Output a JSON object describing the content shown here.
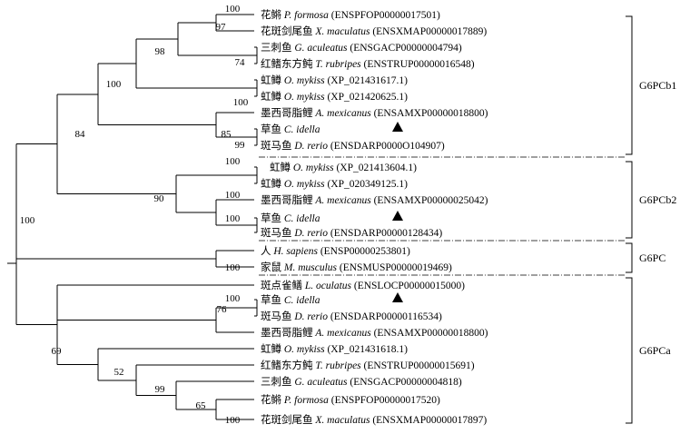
{
  "tree": {
    "taxa": [
      {
        "cn": "花鳉",
        "sp": "P. formosa",
        "acc": "(ENSPFOP00000017501)",
        "marker": false
      },
      {
        "cn": "花斑剑尾鱼",
        "sp": "X. maculatus",
        "acc": "(ENSXMAP00000017889)",
        "marker": false
      },
      {
        "cn": "三刺鱼",
        "sp": "G. aculeatus",
        "acc": "(ENSGACP00000004794)",
        "marker": false
      },
      {
        "cn": "红鳍东方鲀",
        "sp": "T. rubripes",
        "acc": "(ENSTRUP00000016548)",
        "marker": false
      },
      {
        "cn": "虹鳟",
        "sp": "O. mykiss",
        "acc": "(XP_021431617.1)",
        "marker": false
      },
      {
        "cn": "虹鳟",
        "sp": "O. mykiss",
        "acc": "(XP_021420625.1)",
        "marker": false
      },
      {
        "cn": "墨西哥脂鲤",
        "sp": "A. mexicanus",
        "acc": "(ENSAMXP00000018800)",
        "marker": false
      },
      {
        "cn": "草鱼",
        "sp": "C. idella",
        "acc": "",
        "marker": true
      },
      {
        "cn": "斑马鱼",
        "sp": "D. rerio",
        "acc": "(ENSDARP0000O104907)",
        "marker": false
      },
      {
        "cn": "虹鳟",
        "sp": "O. mykiss",
        "acc": "(XP_021413604.1)",
        "marker": false
      },
      {
        "cn": "虹鳟",
        "sp": "O. mykiss",
        "acc": "(XP_020349125.1)",
        "marker": false
      },
      {
        "cn": "墨西哥脂鲤",
        "sp": "A. mexicanus",
        "acc": "(ENSAMXP00000025042)",
        "marker": false
      },
      {
        "cn": "草鱼",
        "sp": "C. idella",
        "acc": "",
        "marker": true
      },
      {
        "cn": "斑马鱼",
        "sp": "D. rerio",
        "acc": "(ENSDARP00000128434)",
        "marker": false
      },
      {
        "cn": "人",
        "sp": "H. sapiens",
        "acc": "(ENSP00000253801)",
        "marker": false
      },
      {
        "cn": "家鼠",
        "sp": "M. musculus",
        "acc": "(ENSMUSP00000019469)",
        "marker": false
      },
      {
        "cn": "斑点雀鳝",
        "sp": "L. oculatus",
        "acc": "(ENSLOCP00000015000)",
        "marker": false
      },
      {
        "cn": "草鱼",
        "sp": "C. idella",
        "acc": "",
        "marker": true
      },
      {
        "cn": "斑马鱼",
        "sp": "D. rerio",
        "acc": "(ENSDARP00000116534)",
        "marker": false
      },
      {
        "cn": "墨西哥脂鲤",
        "sp": "A. mexicanus",
        "acc": "(ENSAMXP00000018800)",
        "marker": false
      },
      {
        "cn": "虹鳟",
        "sp": "O. mykiss",
        "acc": "(XP_021431618.1)",
        "marker": false
      },
      {
        "cn": "红鳍东方鲀",
        "sp": "T. rubripes",
        "acc": "(ENSTRUP00000015691)",
        "marker": false
      },
      {
        "cn": "三刺鱼",
        "sp": "G. aculeatus",
        "acc": "(ENSGACP00000004818)",
        "marker": false
      },
      {
        "cn": "花鳉",
        "sp": "P. formosa",
        "acc": "(ENSPFOP00000017520)",
        "marker": false
      },
      {
        "cn": "花斑剑尾鱼",
        "sp": "X. maculatus",
        "acc": "(ENSXMAP00000017897)",
        "marker": false
      }
    ],
    "supports": [
      "100",
      "97",
      "74",
      "98",
      "100",
      "100",
      "85",
      "99",
      "84",
      "100",
      "90",
      "100",
      "100",
      "100",
      "76",
      "100",
      "69",
      "52",
      "99",
      "65",
      "100"
    ],
    "clades": [
      "G6PCb1",
      "G6PCb2",
      "G6PC",
      "G6PCa"
    ]
  }
}
